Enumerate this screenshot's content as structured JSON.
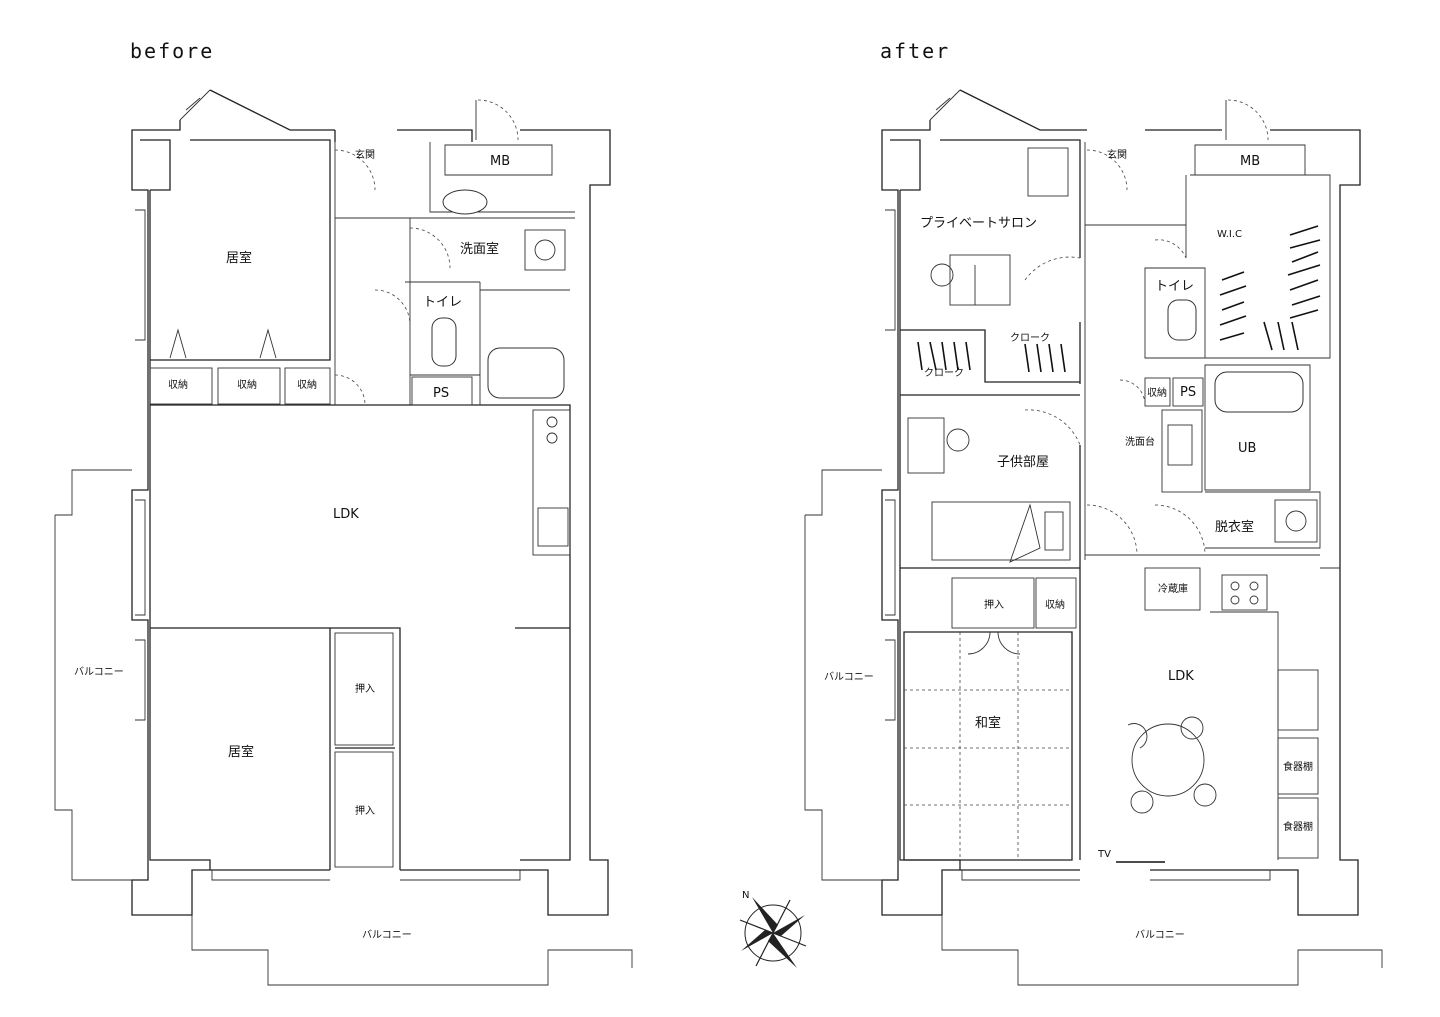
{
  "before": {
    "title": "before",
    "rooms": {
      "genkan": "玄関",
      "mb": "MB",
      "kyoshitsu_top": "居室",
      "senmen": "洗面室",
      "toilet": "トイレ",
      "storage1": "収納",
      "storage2": "収納",
      "storage3": "収納",
      "ps": "PS",
      "ldk": "LDK",
      "kyoshitsu_bottom": "居室",
      "oshiire1": "押入",
      "oshiire2": "押入",
      "balcony_side": "バルコニー",
      "balcony_bottom": "バルコニー"
    }
  },
  "after": {
    "title": "after",
    "rooms": {
      "genkan": "玄関",
      "mb": "MB",
      "salon": "プライベートサロン",
      "wic": "W.I.C",
      "toilet": "トイレ",
      "cloak1": "クローク",
      "cloak2": "クローク",
      "storage": "収納",
      "ps": "PS",
      "senmendai": "洗面台",
      "ub": "UB",
      "kids": "子供部屋",
      "datsui": "脱衣室",
      "fridge": "冷蔵庫",
      "oshiire": "押入",
      "storage2": "収納",
      "ldk": "LDK",
      "washitsu": "和室",
      "shokki1": "食器棚",
      "shokki2": "食器棚",
      "tv": "TV",
      "balcony_side": "バルコニー",
      "balcony_bottom": "バルコニー"
    }
  },
  "compass": {
    "north": "N"
  }
}
